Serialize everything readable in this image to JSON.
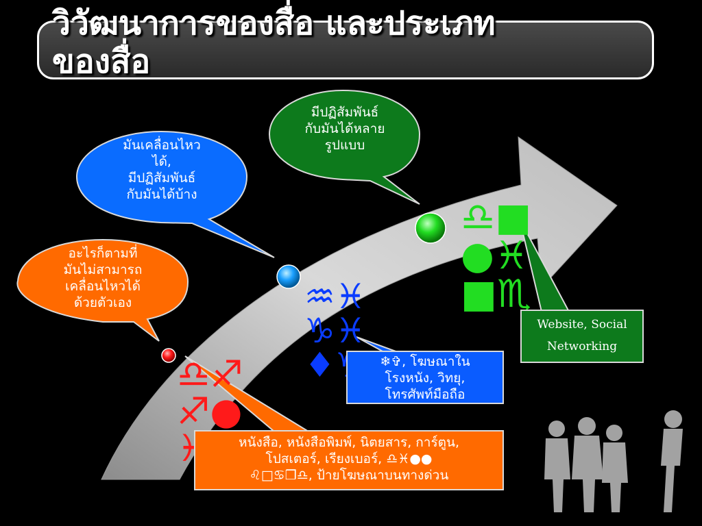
{
  "title": {
    "line1": "วิวัฒนาการของสื่อ และประเภท",
    "line2": "ของสื่อ"
  },
  "bubbles": {
    "orange": {
      "lines": [
        "อะไรก็ตามที่",
        "มันไม่สามารถ",
        "เคลื่อนไหวได้",
        "ด้วยตัวเอง"
      ],
      "color": "#ff6a00"
    },
    "blue": {
      "lines": [
        "มันเคลื่อนไหว",
        "ได้,",
        "มีปฏิสัมพันธ์",
        "กับมันได้บ้าง"
      ],
      "color": "#0a6cff"
    },
    "green": {
      "lines": [
        "มีปฏิสัมพันธ์",
        "กับมันได้หลาย",
        "รูปแบบ"
      ],
      "color": "#0d7a1c"
    }
  },
  "boxes": {
    "orange": {
      "lines": [
        "หนังสือ, หนังสือพิมพ์, นิตยสาร, การ์ตูน,",
        "โปสเตอร์, เรียงเบอร์, ♎♓●●",
        "♌□♋❒♎, ป้ายโฆษณาบนทางด่วน"
      ],
      "color": "#ff6a00"
    },
    "blue": {
      "lines": [
        "❄✞, โฆษณาใน",
        "โรงหนัง,  วิทยุ,",
        "โทรศัพท์มือถือ"
      ],
      "color": "#0a5cff"
    },
    "green": {
      "lines": [
        "Website, Social",
        "Networking"
      ],
      "color": "#0d7a1c"
    }
  },
  "glyph_labels": {
    "red": [
      "♎♐",
      "♐●",
      "♓"
    ],
    "blue": [
      "♒♓",
      "♑♓",
      "♦♑"
    ],
    "green": [
      "♎■",
      "●♓",
      "■♏"
    ]
  },
  "colors": {
    "accent_red": "#ff1a1a",
    "accent_blue": "#1a9fff",
    "accent_green": "#22dd22",
    "glyph_blue": "#0a3cff",
    "arrow": "#c8c8c8",
    "silhouette": "#bfbfbf"
  }
}
